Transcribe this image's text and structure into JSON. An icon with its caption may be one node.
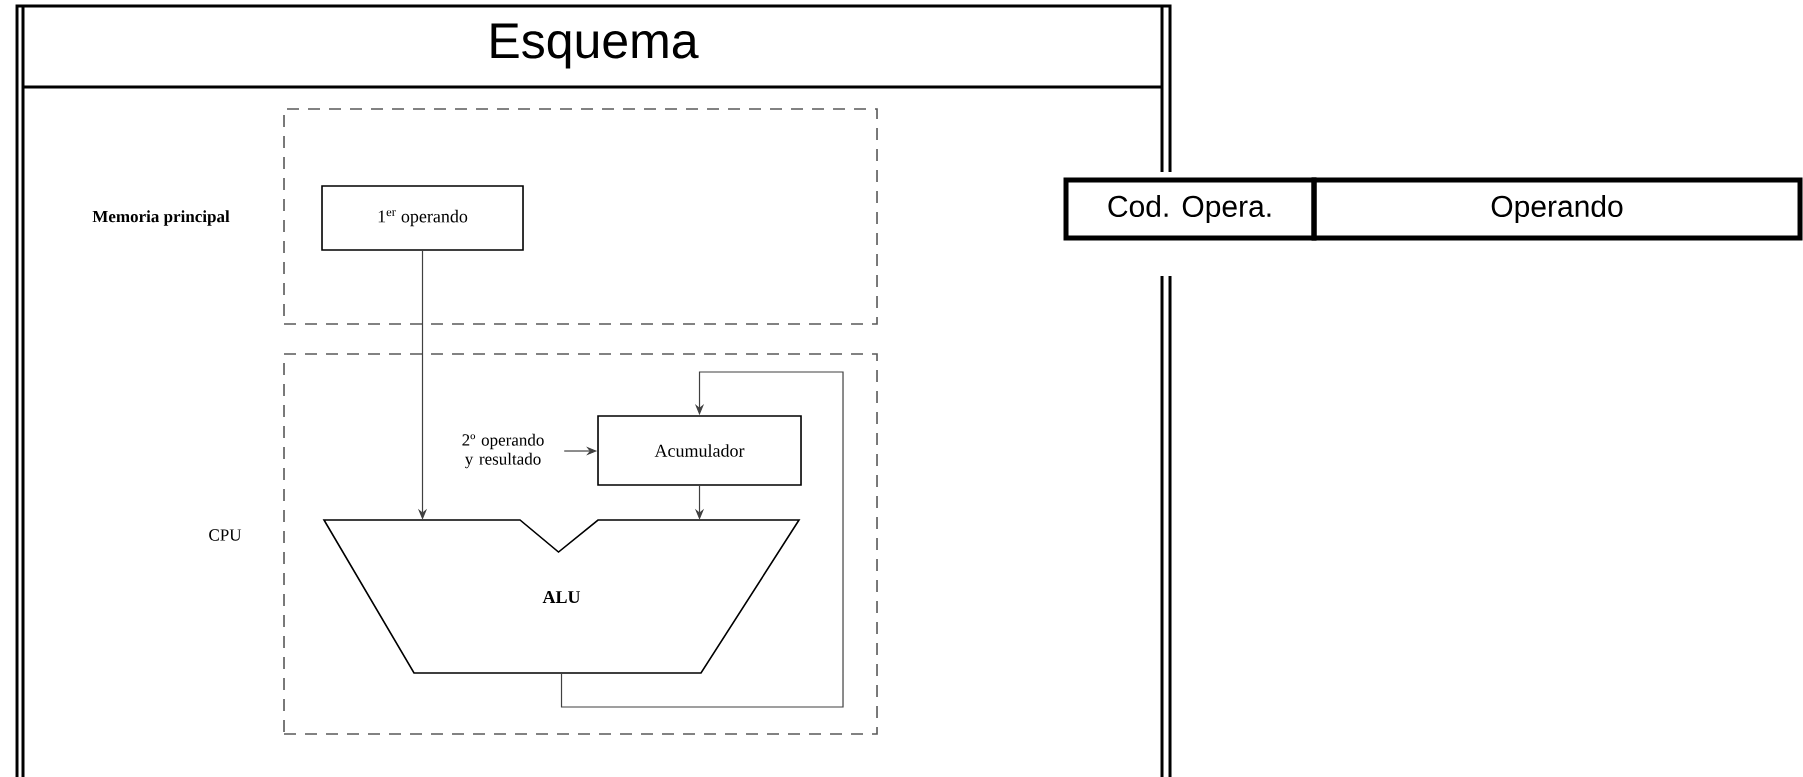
{
  "diagram": {
    "title": "Esquema",
    "nodes": [
      {
        "text": [
          "Memoria principal"
        ]
      },
      {
        "text": [
          "1$^{er}$ operando"
        ],
        "in": 0
      },
      {
        "text": [
          "CPU"
        ]
      },
      {
        "text": [
          "Acumulador"
        ],
        "in": 2
      },
      {
        "text": [
          "2º operando y resultado"
        ],
        "in": 2
      },
      {
        "text": [
          "ALU"
        ],
        "in": 2
      },
      {
        "text": [
          "Cod. Opera."
        ]
      },
      {
        "text": [
          "Operando"
        ]
      }
    ],
    "edges": [
      {
        "from": 1,
        "to": 5,
        "arrow": "to"
      },
      {
        "from": 4,
        "to": 3,
        "arrow": "to"
      },
      {
        "from": 3,
        "to": 5,
        "arrow": "to"
      },
      {
        "from": 5,
        "to": 3,
        "arrow": "to"
      }
    ]
  }
}
